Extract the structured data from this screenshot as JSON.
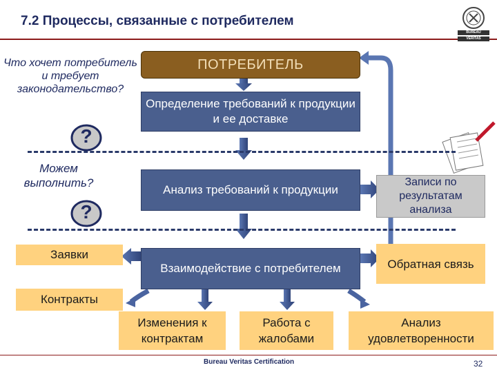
{
  "title": "7.2 Процессы, связанные с потребителем",
  "logo": {
    "lines": [
      "BUREAU",
      "VERITAS"
    ]
  },
  "left": {
    "question1": "Что хочет потребитель и требует законодательство?",
    "question2": "Можем выполнить?",
    "question_mark": "?",
    "orders": "Заявки",
    "contracts": "Контракты"
  },
  "center": {
    "consumer": "ПОТРЕБИТЕЛЬ",
    "requirements": "Определение требований к продукции и ее доставке",
    "analysis": "Анализ требований к продукции",
    "interaction": "Взаимодействие с потребителем"
  },
  "right": {
    "records": "Записи по результатам анализа",
    "feedback": "Обратная связь"
  },
  "bottom": {
    "changes": "Изменения к контрактам",
    "complaints": "Работа с жалобами",
    "satisfaction": "Анализ удовлетворенности"
  },
  "footer": {
    "company": "Bureau Veritas Certification",
    "page": "32"
  },
  "colors": {
    "navy_box": "#4a5f8e",
    "consumer_box": "#8a5e20",
    "peach_box": "#ffd27f",
    "grey_box": "#c9c9c9",
    "title_text": "#1f2a60"
  }
}
